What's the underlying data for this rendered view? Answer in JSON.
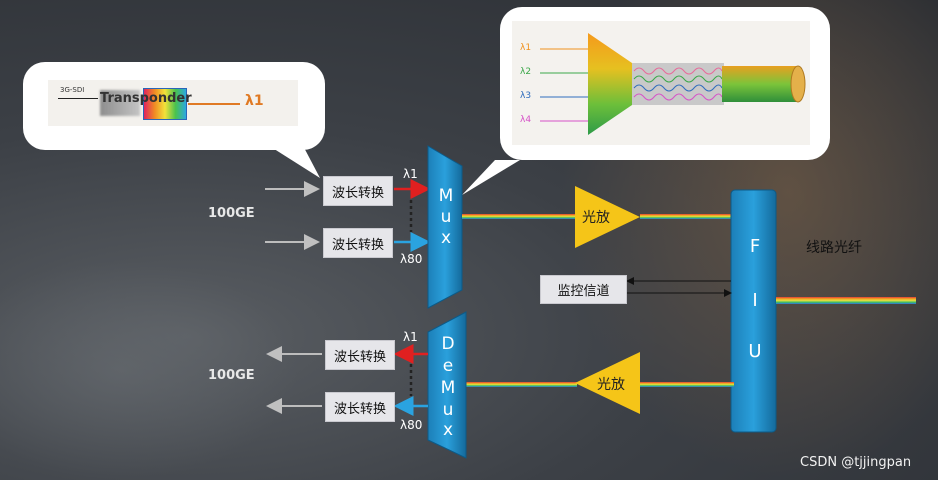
{
  "transponder": {
    "input_label": "3G-SDI",
    "title": "Transponder",
    "output_label": "λ1"
  },
  "mux_zoom": {
    "wavelengths": [
      "λ1",
      "λ2",
      "λ3",
      "λ4"
    ],
    "colors": [
      "#f0921e",
      "#3ca84a",
      "#2f6dbd",
      "#d653c8"
    ]
  },
  "mux": {
    "letters": [
      "M",
      "u",
      "x"
    ],
    "ports": [
      "λ1",
      "λ80"
    ],
    "converters": [
      "波长转换",
      "波长转换"
    ],
    "client_rate": "100GE"
  },
  "demux": {
    "letters": [
      "D",
      "e",
      "M",
      "u",
      "x"
    ],
    "ports": [
      "λ1",
      "λ80"
    ],
    "converters": [
      "波长转换",
      "波长转换"
    ],
    "client_rate": "100GE"
  },
  "amplifiers": {
    "top": "光放",
    "bottom": "光放"
  },
  "fiu": {
    "letters": [
      "F",
      "I",
      "U"
    ],
    "line_fiber": "线路光纤",
    "monitor_channel": "监控信道"
  },
  "watermark": "CSDN @tjjingpan",
  "colors": {
    "box_blue": "#1a8fcc",
    "amp_yellow": "#f5c518",
    "arrow_red": "#e02020",
    "arrow_blue": "#2aa3e0"
  }
}
